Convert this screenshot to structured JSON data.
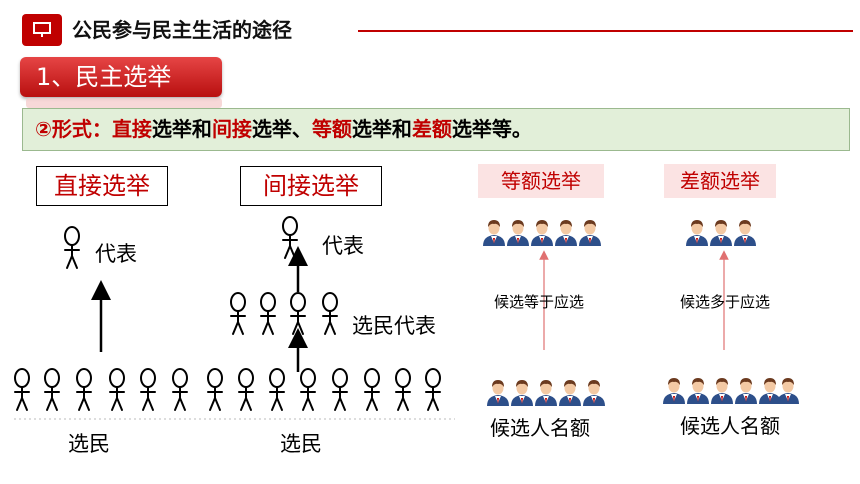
{
  "header": {
    "title": "公民参与民主生活的途径",
    "icon": "presentation-icon"
  },
  "section": {
    "label": "1、民主选举"
  },
  "form": {
    "prefix": "②形式：",
    "parts": [
      {
        "text": "直接",
        "style": "red"
      },
      {
        "text": "选举和",
        "style": "plain"
      },
      {
        "text": "间接",
        "style": "red"
      },
      {
        "text": "选举、",
        "style": "plain"
      },
      {
        "text": "等额",
        "style": "red"
      },
      {
        "text": "选举和",
        "style": "plain"
      },
      {
        "text": "差额",
        "style": "red"
      },
      {
        "text": "选举等。",
        "style": "plain"
      }
    ]
  },
  "direct": {
    "title": "直接选举",
    "top_label": "代表",
    "bottom_label": "选民"
  },
  "indirect": {
    "title": "间接选举",
    "top_label": "代表",
    "middle_label": "选民代表",
    "bottom_label": "选民"
  },
  "equal": {
    "title": "等额选举",
    "middle_label": "候选等于应选",
    "bottom_label": "候选人名额"
  },
  "diff": {
    "title": "差额选举",
    "middle_label": "候选多于应选",
    "bottom_label": "候选人名额"
  },
  "colors": {
    "accent": "#c00000",
    "form_bg": "#e2efd9",
    "pink_bg": "#fbe3e3"
  }
}
